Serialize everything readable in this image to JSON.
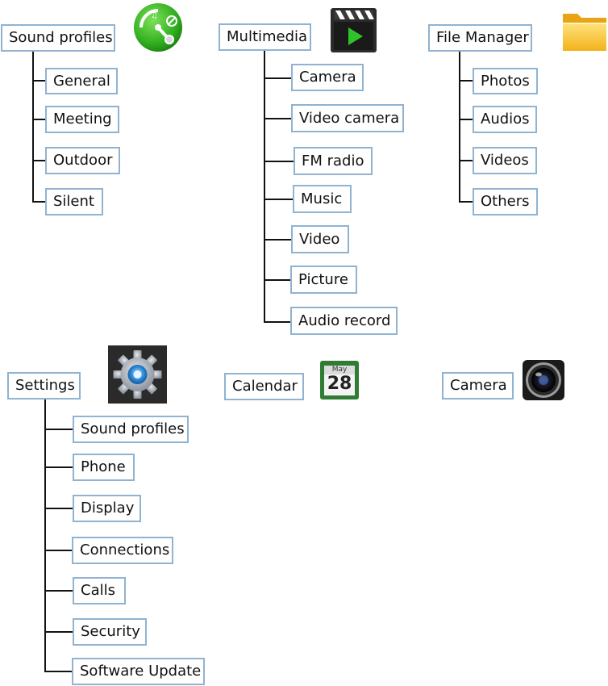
{
  "sound_profiles": {
    "title": "Sound profiles",
    "items": [
      "General",
      "Meeting",
      "Outdoor",
      "Silent"
    ]
  },
  "multimedia": {
    "title": "Multimedia",
    "items": [
      "Camera",
      "Video camera",
      "FM radio",
      "Music",
      "Video",
      "Picture",
      "Audio record"
    ]
  },
  "file_manager": {
    "title": "File Manager",
    "items": [
      "Photos",
      "Audios",
      "Videos",
      "Others"
    ]
  },
  "settings": {
    "title": "Settings",
    "items": [
      "Sound profiles",
      "Phone",
      "Display",
      "Connections",
      "Calls",
      "Security",
      "Software Update"
    ]
  },
  "calendar": {
    "title": "Calendar",
    "icon_month": "May",
    "icon_day": "28"
  },
  "camera": {
    "title": "Camera"
  },
  "icons": {
    "sound_profiles": "sound-profiles-icon",
    "multimedia": "clapperboard-play-icon",
    "file_manager": "folder-icon",
    "settings": "gear-icon",
    "calendar": "calendar-icon",
    "camera": "camera-lens-icon"
  },
  "colors": {
    "box_border": "#8fb3d0",
    "line": "#111111"
  }
}
